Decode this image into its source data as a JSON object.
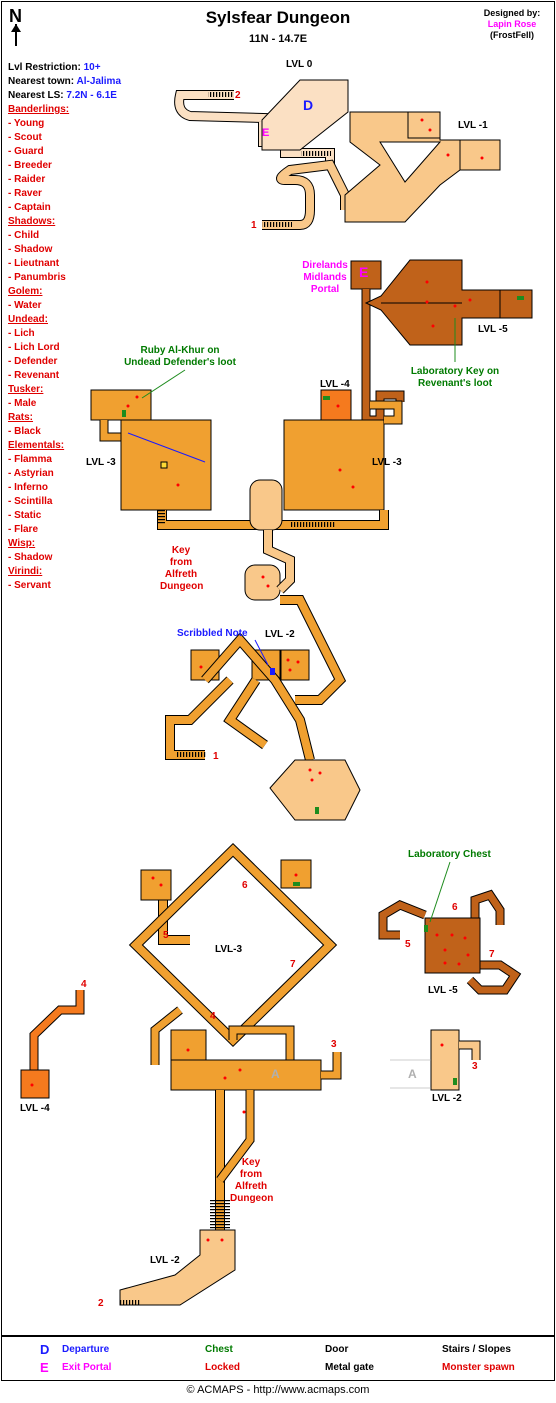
{
  "title": "Sylsfear Dungeon",
  "coordinates": "11N - 14.7E",
  "compass": "N",
  "designer": {
    "label": "Designed by:",
    "name": "Lapin Rose",
    "alias": "(FrostFell)"
  },
  "info": {
    "level_label": "Lvl Restriction:",
    "level_value": "10+",
    "town_label": "Nearest town:",
    "town_value": "Al-Jalima",
    "ls_label": "Nearest LS:",
    "ls_value": "7.2N - 6.1E"
  },
  "monsters": [
    {
      "group": "Banderlings:",
      "items": [
        "- Young",
        "- Scout",
        "- Guard",
        "- Breeder",
        "- Raider",
        "- Raver",
        "- Captain"
      ]
    },
    {
      "group": "Shadows:",
      "items": [
        "- Child",
        "- Shadow",
        "- Lieutnant",
        "- Panumbris"
      ]
    },
    {
      "group": "Golem:",
      "items": [
        "- Water"
      ]
    },
    {
      "group": "Undead:",
      "items": [
        "- Lich",
        "- Lich Lord",
        "- Defender",
        "- Revenant"
      ]
    },
    {
      "group": "Tusker:",
      "items": [
        "- Male"
      ]
    },
    {
      "group": "Rats:",
      "items": [
        "- Black"
      ]
    },
    {
      "group": "Elementals:",
      "items": [
        "- Flamma",
        "- Astyrian",
        "- Inferno",
        "- Scintilla",
        "- Static",
        "- Flare"
      ]
    },
    {
      "group": "Wisp:",
      "items": [
        "- Shadow"
      ]
    },
    {
      "group": "Virindi:",
      "items": [
        "- Servant"
      ]
    }
  ],
  "map_labels": {
    "lvl0": "LVL 0",
    "lvl_m1": "LVL -1",
    "lvl_m5_top": "LVL -5",
    "lvl_m4_top": "LVL -4",
    "lvl_m3_left": "LVL -3",
    "lvl_m3_right": "LVL -3",
    "lvl_m2_mid": "LVL -2",
    "lvl_m3_bottom": "LVL-3",
    "lvl_m4_bottom": "LVL -4",
    "lvl_m5_bottom": "LVL -5",
    "lvl_m2_right": "LVL -2",
    "lvl_m2_bottom": "LVL -2",
    "departure": "D",
    "exit": "E",
    "exit2": "E",
    "area_a1": "A",
    "area_a2": "A"
  },
  "annotations": {
    "portal": [
      "Direlands",
      "Midlands",
      "Portal"
    ],
    "ruby": [
      "Ruby Al-Khur on",
      "Undead Defender's loot"
    ],
    "lab_key": [
      "Laboratory Key on",
      "Revenant's loot"
    ],
    "key1": [
      "Key",
      "from",
      "Alfreth",
      "Dungeon"
    ],
    "key2": [
      "Key",
      "from",
      "Alfreth",
      "Dungeon"
    ],
    "note": "Scribbled Note",
    "lab_chest": "Laboratory Chest"
  },
  "link_numbers": {
    "n2a": "2",
    "n1a": "1",
    "n1b": "1",
    "n6a": "6",
    "n5a": "5",
    "n7a": "7",
    "n4a": "4",
    "n3a": "3",
    "n4b": "4",
    "n2b": "2",
    "n6b": "6",
    "n5b": "5",
    "n7b": "7",
    "n3b": "3"
  },
  "legend": {
    "departure_sym": "D",
    "departure": "Departure",
    "exit_sym": "E",
    "exit": "Exit Portal",
    "chest": "Chest",
    "locked": "Locked",
    "door": "Door",
    "gate": "Metal gate",
    "stairs": "Stairs / Slopes",
    "spawn": "Monster spawn"
  },
  "copyright": "© ACMAPS - http://www.acmaps.com",
  "colors": {
    "lvl0": "#fbe0c3",
    "light": "#f9c88a",
    "mid": "#f0a030",
    "dark": "#c0621a",
    "orange": "#f57a1e",
    "chest": "#1e8c1e",
    "spawn": "#ff0000"
  }
}
